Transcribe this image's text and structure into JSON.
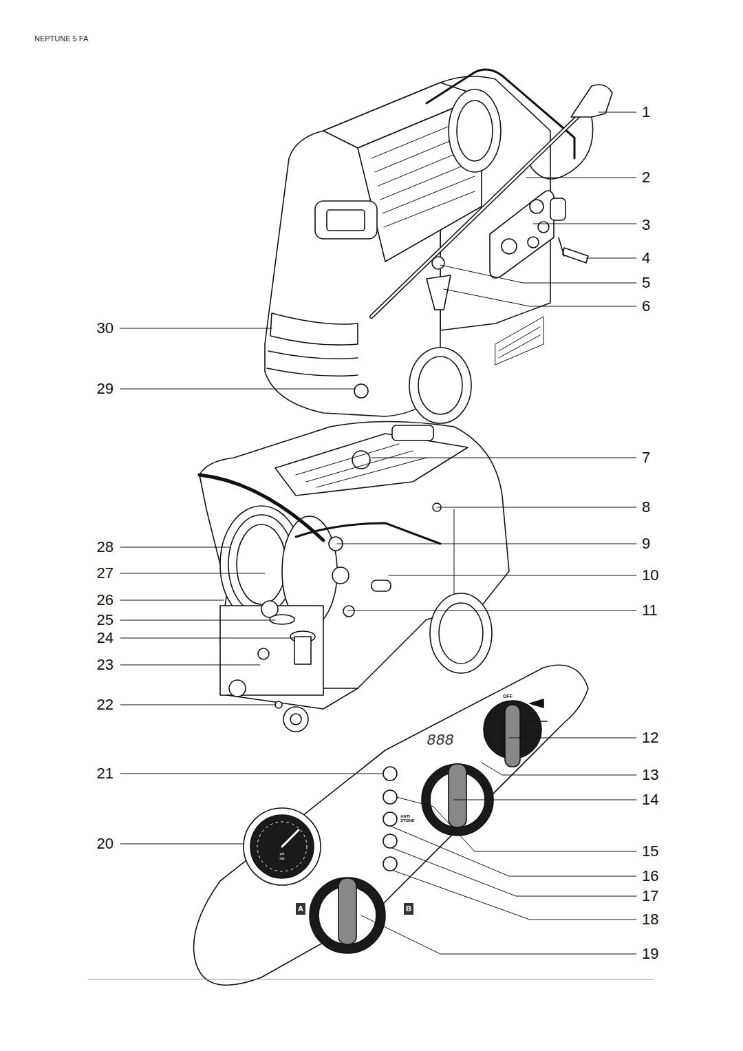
{
  "diagram": {
    "title": "NEPTUNE 5 FA",
    "labels": [
      "1",
      "2",
      "3",
      "4",
      "5",
      "6",
      "7",
      "8",
      "9",
      "10",
      "11",
      "12",
      "13",
      "14",
      "15",
      "16",
      "17",
      "18",
      "19",
      "20",
      "21",
      "22",
      "23",
      "24",
      "25",
      "26",
      "27",
      "28",
      "29",
      "30",
      "OFF",
      "888",
      "ANTI STONE",
      "A",
      "B",
      "psi",
      "bar"
    ]
  }
}
